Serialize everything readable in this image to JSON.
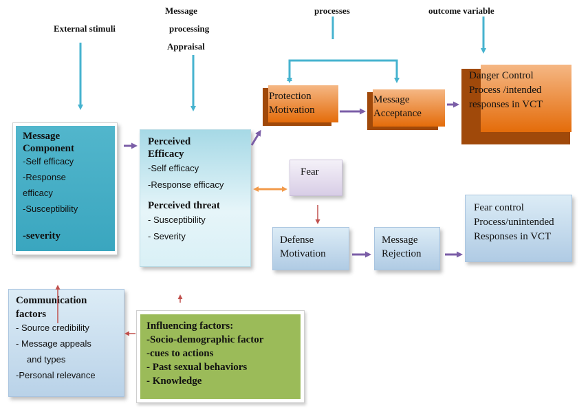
{
  "header_labels": {
    "external_stimuli": "External stimuli",
    "message": "Message",
    "processing": "processing",
    "appraisal": "Appraisal",
    "processes": "processes",
    "outcome_variable": "outcome variable"
  },
  "message_component": {
    "title_line1": "Message",
    "title_line2": "Component",
    "items": [
      "-Self efficacy",
      "-Response",
      "efficacy",
      "-Susceptibility"
    ],
    "severity": "-severity"
  },
  "perceived_box": {
    "efficacy_title_line1": "Perceived",
    "efficacy_title_line2": "Efficacy",
    "efficacy_items": [
      "-Self efficacy",
      "-Response efficacy"
    ],
    "threat_title": "Perceived threat",
    "threat_items": [
      "- Susceptibility",
      "-  Severity"
    ]
  },
  "protection_motivation": {
    "line1": "Protection",
    "line2": "Motivation"
  },
  "message_acceptance": {
    "line1": "Message",
    "line2": "Acceptance"
  },
  "danger_control": {
    "line1": "Danger Control",
    "line2": "Process /intended",
    "line3": "responses in VCT"
  },
  "fear": {
    "label": "Fear"
  },
  "defense_motivation": {
    "line1": "Defense",
    "line2": "Motivation"
  },
  "message_rejection": {
    "line1": "Message",
    "line2": "Rejection"
  },
  "fear_control": {
    "line1": "Fear control",
    "line2": "Process/unintended",
    "line3": "Responses in VCT"
  },
  "communication_factors": {
    "title_line1": "Communication",
    "title_line2": "factors",
    "items": [
      "- Source credibility",
      "- Message appeals",
      "and types",
      "-Personal relevance"
    ]
  },
  "influencing_factors": {
    "title": "Influencing factors:",
    "items": [
      "-Socio-demographic factor",
      "-cues to actions",
      "- Past sexual behaviors",
      "- Knowledge"
    ]
  },
  "colors": {
    "teal": "#4aaec6",
    "blue_arrow": "#46b3cf",
    "purple_arrow": "#7b5ea7",
    "orange": "#e46c0a",
    "orange_arrow": "#f29a4a",
    "red_arrow": "#c0504d",
    "green": "#9bbb59"
  }
}
